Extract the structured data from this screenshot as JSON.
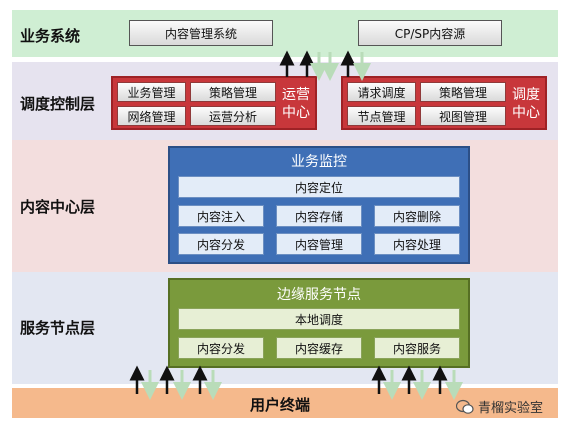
{
  "layers": {
    "business": "业务系统",
    "scheduling": "调度控制层",
    "content_center": "内容中心层",
    "service_node": "服务节点层",
    "user": "用户终端"
  },
  "business_systems": [
    "内容管理系统",
    "CP/SP内容源"
  ],
  "operations_center": {
    "title": "运营\n中心",
    "cells": [
      "业务管理",
      "策略管理",
      "网络管理",
      "运营分析"
    ]
  },
  "scheduling_center": {
    "title": "调度\n中心",
    "cells": [
      "请求调度",
      "策略管理",
      "节点管理",
      "视图管理"
    ]
  },
  "business_monitor": {
    "title": "业务监控",
    "locate": "内容定位",
    "cells": [
      "内容注入",
      "内容存储",
      "内容删除",
      "内容分发",
      "内容管理",
      "内容处理"
    ]
  },
  "edge_service": {
    "title": "边缘服务节点",
    "local": "本地调度",
    "cells": [
      "内容分发",
      "内容缓存",
      "内容服务"
    ]
  },
  "watermark": "青榴实验室",
  "colors": {
    "business_band": "#cfeed3",
    "scheduling_band": "#e6e3ef",
    "content_band": "#f3dede",
    "service_band": "#e3e7f2",
    "user_band": "#f5b98c"
  }
}
